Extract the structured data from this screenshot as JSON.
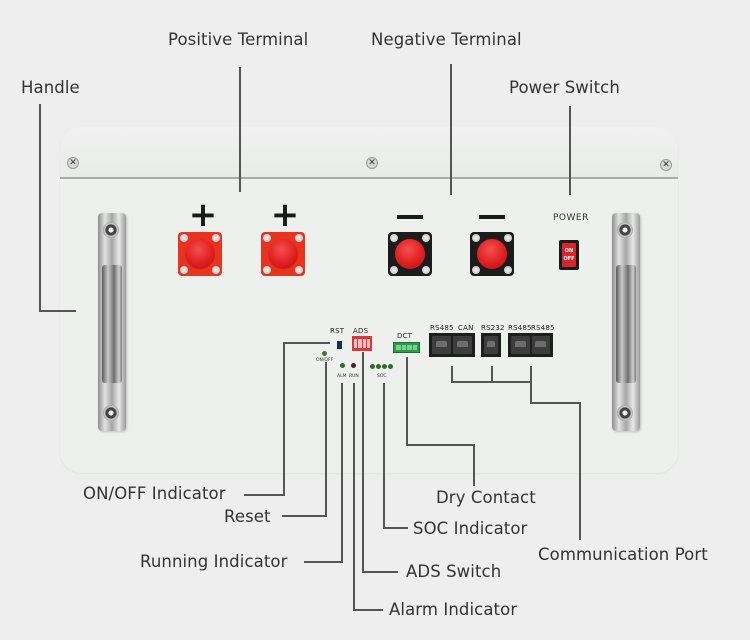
{
  "diagram": {
    "subject": "Lithium battery module front panel",
    "callouts": {
      "handle": "Handle",
      "positive_terminal": "Positive Terminal",
      "negative_terminal": "Negative Terminal",
      "power_switch": "Power Switch",
      "on_off_indicator": "ON/OFF Indicator",
      "reset": "Reset",
      "running_indicator": "Running Indicator",
      "alarm_indicator": "Alarm Indicator",
      "ads_switch": "ADS Switch",
      "soc_indicator": "SOC Indicator",
      "dry_contact": "Dry Contact",
      "communication_port": "Communication Port"
    },
    "panel_markings": {
      "plus_symbol": "+",
      "power": "POWER",
      "switch_on": "ON",
      "switch_off": "OFF",
      "rst": "RST",
      "ads": "ADS",
      "dct": "DCT",
      "on_off": "ON/OFF",
      "alm": "ALM",
      "run": "RUN",
      "soc": "SOC",
      "ports": [
        "RS485",
        "CAN",
        "RS232",
        "RS485",
        "RS485"
      ]
    },
    "colors": {
      "background": "#eeeeee",
      "leader_line": "#555555",
      "positive_terminal_base": "#e8331f",
      "negative_terminal_base": "#1c1c1c",
      "terminal_cap": "#e01f1f",
      "power_rocker": "#d8242a",
      "ads_switch": "#e0333a",
      "dry_contact_block": "#2f9a49"
    },
    "soc_led_count": 4
  }
}
